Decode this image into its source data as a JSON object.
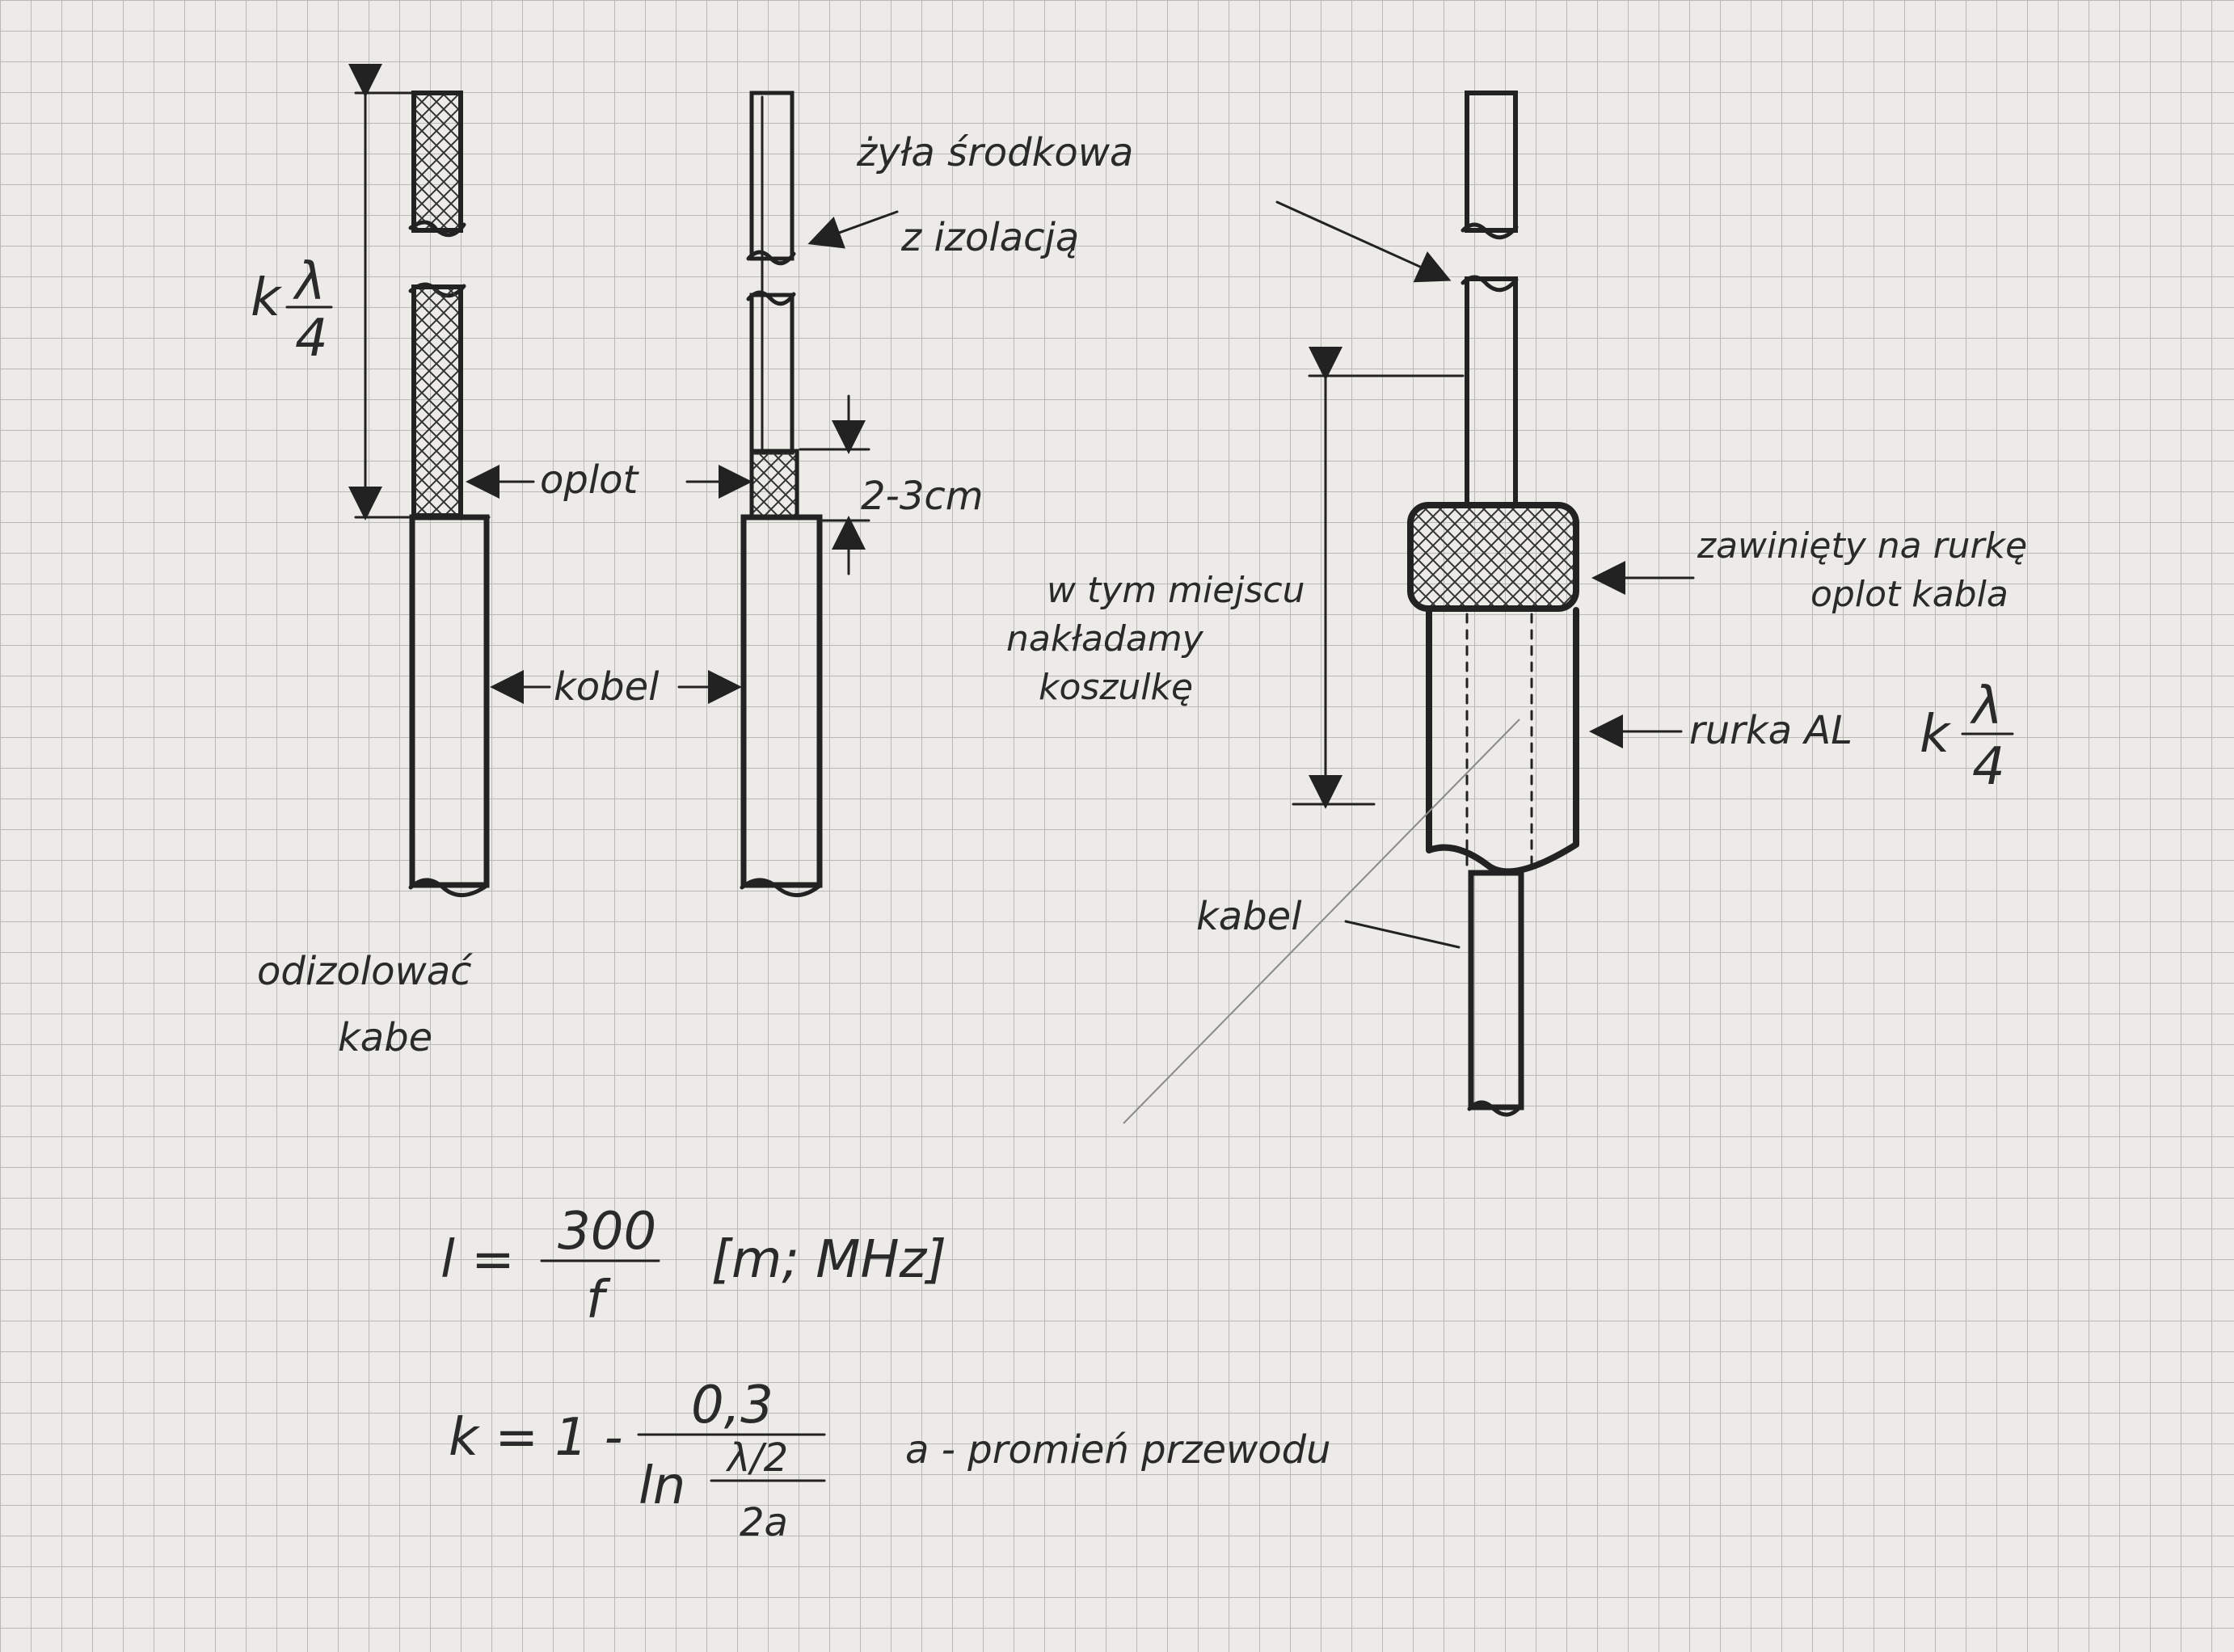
{
  "fig1": {
    "length_label_k": "k",
    "length_label_num": "λ",
    "length_label_den": "4",
    "braid_label": "oplot",
    "cable_label": "kobel",
    "caption_line1": "odizolować",
    "caption_line2": "kabe"
  },
  "fig2": {
    "core_label_line1": "żyła środkowa",
    "core_label_line2": "z izolacją",
    "braid_label": "oplot",
    "dimension_label": "2-3cm"
  },
  "fig3": {
    "sleeve_note_line1": "w tym miejscu",
    "sleeve_note_line2": "nakładamy",
    "sleeve_note_line3": "koszulkę",
    "braid_note_line1": "zawinięty na rurkę",
    "braid_note_line2": "oplot kabla",
    "tube_label": "rurka AL",
    "tube_k": "k",
    "tube_num": "λ",
    "tube_den": "4",
    "cable_label": "kabel"
  },
  "formulas": {
    "f1_lhs": "l =",
    "f1_num": "300",
    "f1_den": "f",
    "f1_units": "[m; MHz]",
    "f2_lhs": "k = 1 -",
    "f2_num": "0,3",
    "f2_ln": "ln",
    "f2_inner_num": "λ/2",
    "f2_inner_den": "2a",
    "f2_note": "a - promień przewodu"
  },
  "colors": {
    "paper": "#ecebe8",
    "grid": "#b9b9b6",
    "ink": "#222222"
  }
}
